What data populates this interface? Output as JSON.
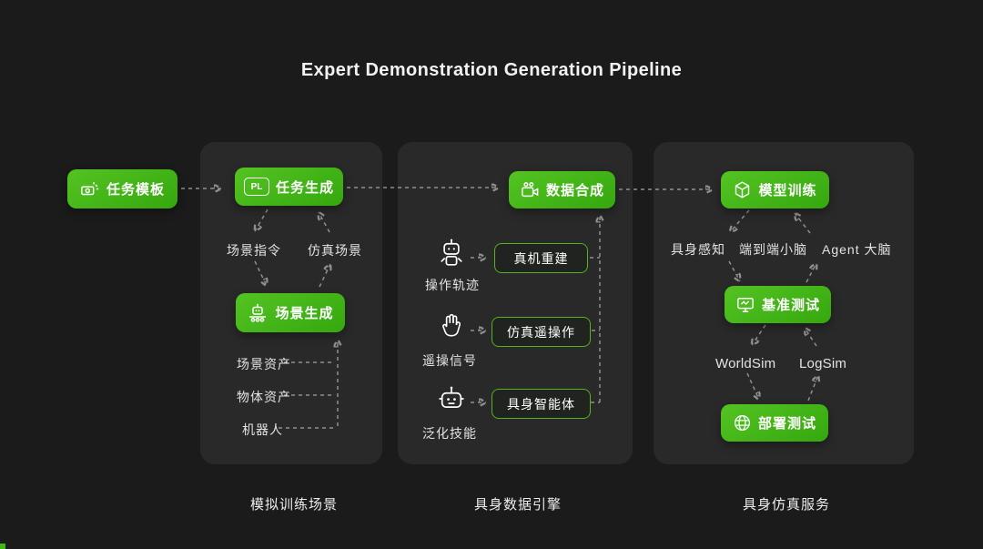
{
  "title": "Expert Demonstration Generation Pipeline",
  "colors": {
    "background": "#1b1b1b",
    "panel": "#292929",
    "green": "#3fb818",
    "green_border": "#54b31f",
    "arrow": "#8f8f8f",
    "text": "#e3e3e3"
  },
  "start": {
    "label": "任务模板"
  },
  "panel1": {
    "caption": "模拟训练场景",
    "task_gen": "任务生成",
    "pl_badge": "PL",
    "scene_cmd": "场景指令",
    "sim_scene": "仿真场景",
    "scene_gen": "场景生成",
    "assets": [
      "场景资产",
      "物体资产",
      "机器人"
    ]
  },
  "panel2": {
    "caption": "具身数据引擎",
    "data_syn": "数据合成",
    "rows": [
      {
        "icon": "robot-icon",
        "label": "操作轨迹",
        "box": "真机重建"
      },
      {
        "icon": "glove-icon",
        "label": "遥操信号",
        "box": "仿真遥操作"
      },
      {
        "icon": "robot-head-icon",
        "label": "泛化技能",
        "box": "具身智能体"
      }
    ]
  },
  "panel3": {
    "caption": "具身仿真服务",
    "model_train": "模型训练",
    "row1": [
      "具身感知",
      "端到端小脑",
      "Agent 大脑"
    ],
    "benchmark": "基准测试",
    "row2": [
      "WorldSim",
      "LogSim"
    ],
    "deploy": "部署测试"
  }
}
